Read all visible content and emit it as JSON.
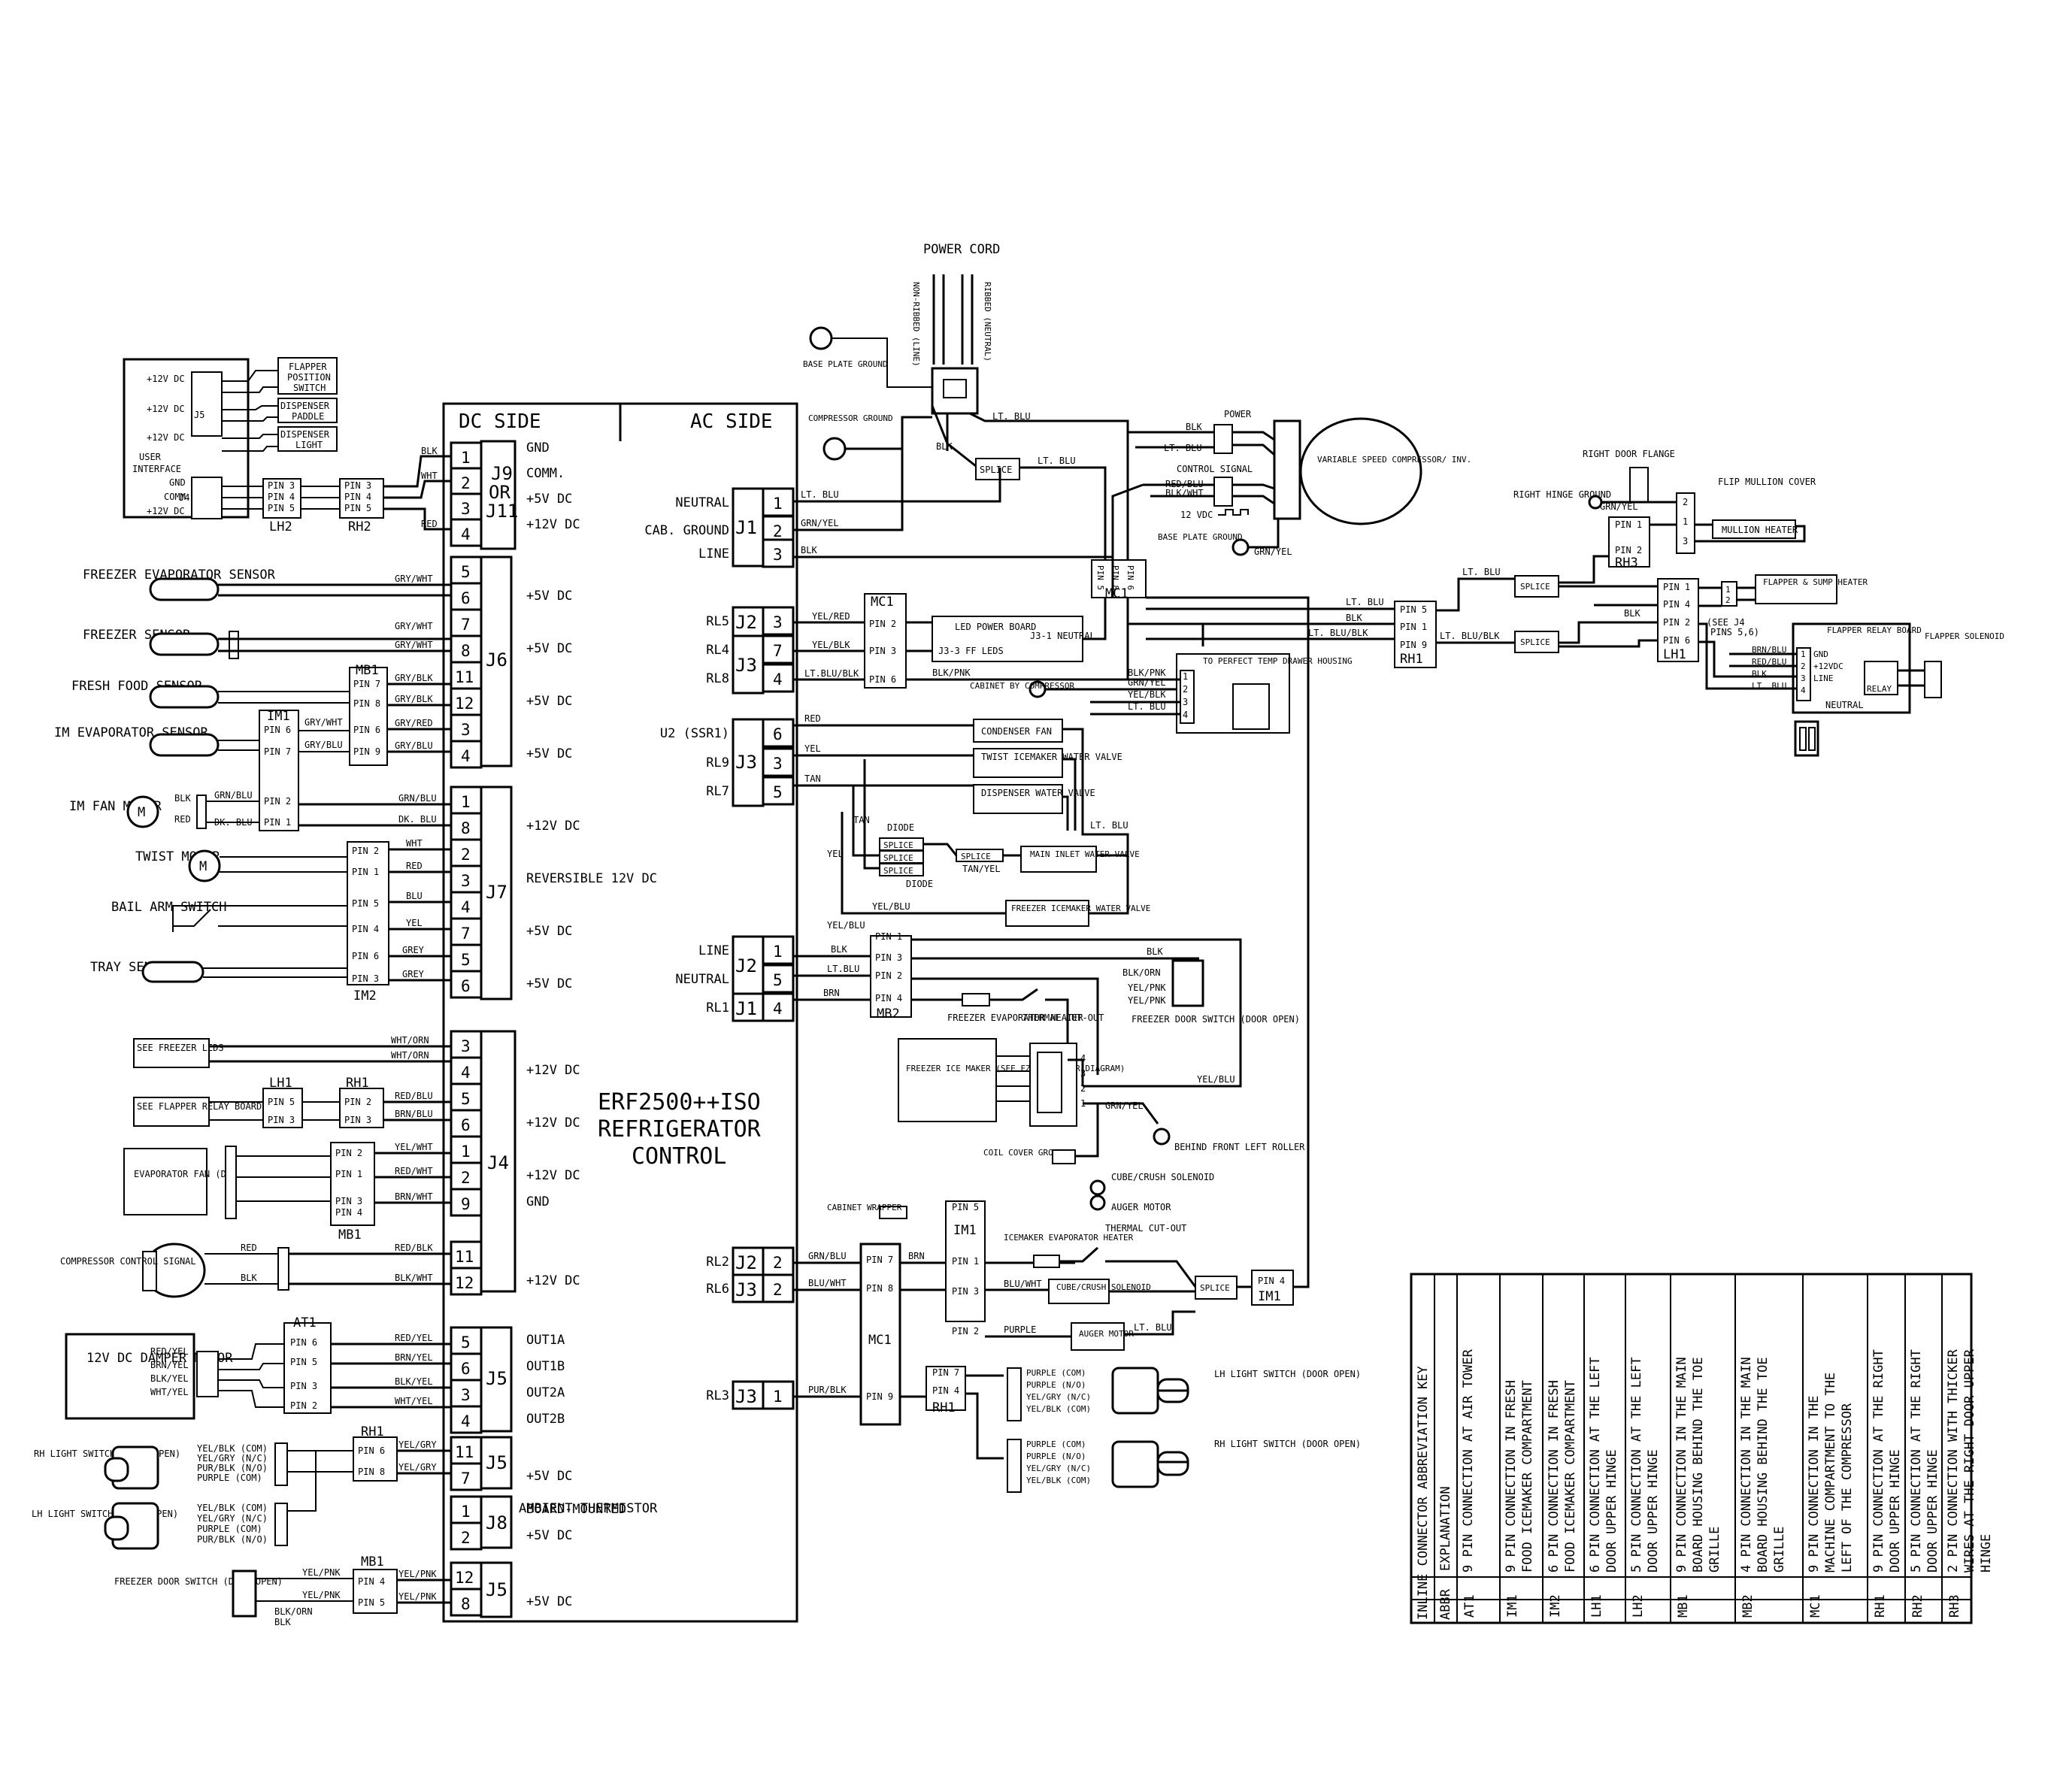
{
  "control": {
    "dc_side": "DC SIDE",
    "ac_side": "AC SIDE",
    "title": [
      "ERF2500++ISO",
      "REFRIGERATOR",
      "CONTROL"
    ]
  },
  "dc_pins": [
    {
      "pin": "1",
      "func": "GND"
    },
    {
      "pin": "2",
      "func": "COMM."
    },
    {
      "pin": "3",
      "func": "+5V DC"
    },
    {
      "pin": "4",
      "func": "+12V DC"
    },
    {
      "pin": "5",
      "func": ""
    },
    {
      "pin": "6",
      "func": "+5V DC"
    },
    {
      "pin": "7",
      "func": ""
    },
    {
      "pin": "8",
      "func": "+5V DC"
    },
    {
      "pin": "11",
      "func": ""
    },
    {
      "pin": "12",
      "func": "+5V DC"
    },
    {
      "pin": "3",
      "func": ""
    },
    {
      "pin": "4",
      "func": "+5V DC"
    },
    {
      "pin": "1",
      "func": ""
    },
    {
      "pin": "8",
      "func": "+12V DC"
    },
    {
      "pin": "2",
      "func": ""
    },
    {
      "pin": "3",
      "func": "REVERSIBLE 12V DC"
    },
    {
      "pin": "4",
      "func": ""
    },
    {
      "pin": "7",
      "func": "+5V DC"
    },
    {
      "pin": "5",
      "func": ""
    },
    {
      "pin": "6",
      "func": "+5V DC"
    },
    {
      "pin": "3",
      "func": ""
    },
    {
      "pin": "4",
      "func": "+12V DC"
    },
    {
      "pin": "5",
      "func": ""
    },
    {
      "pin": "6",
      "func": "+12V DC"
    },
    {
      "pin": "1",
      "func": ""
    },
    {
      "pin": "2",
      "func": "+12V DC"
    },
    {
      "pin": "9",
      "func": "GND"
    },
    {
      "pin": "11",
      "func": ""
    },
    {
      "pin": "12",
      "func": "+12V DC"
    },
    {
      "pin": "5",
      "func": "OUT1A"
    },
    {
      "pin": "6",
      "func": "OUT1B"
    },
    {
      "pin": "3",
      "func": "OUT2A"
    },
    {
      "pin": "4",
      "func": "OUT2B"
    },
    {
      "pin": "11",
      "func": ""
    },
    {
      "pin": "7",
      "func": "+5V DC"
    },
    {
      "pin": "1",
      "func": "BOARD-MOUNTED"
    },
    {
      "pin": "2",
      "func": "+5V DC"
    },
    {
      "pin": "12",
      "func": ""
    },
    {
      "pin": "8",
      "func": "+5V DC"
    }
  ],
  "dc_headers": [
    "J9",
    "OR",
    "J11",
    "J6",
    "J7",
    "J4",
    "J5",
    "J5",
    "J8",
    "J5"
  ],
  "thermistor_note": "AMBIENT THERMISTOR",
  "ac_pins": [
    {
      "name": "NEUTRAL",
      "pin": "1"
    },
    {
      "name": "CAB. GROUND",
      "pin": "2"
    },
    {
      "name": "LINE",
      "pin": "3"
    },
    {
      "name": "RL5",
      "pin": "3"
    },
    {
      "name": "RL4",
      "pin": "7"
    },
    {
      "name": "RL8",
      "pin": "4"
    },
    {
      "name": "U2 (SSR1)",
      "pin": "6"
    },
    {
      "name": "RL9",
      "pin": "3"
    },
    {
      "name": "RL7",
      "pin": "5"
    },
    {
      "name": "LINE",
      "pin": "1"
    },
    {
      "name": "NEUTRAL",
      "pin": "5"
    },
    {
      "name": "RL1",
      "pin": "4"
    },
    {
      "name": "RL2",
      "pin": "2"
    },
    {
      "name": "RL6",
      "pin": "2"
    },
    {
      "name": "RL3",
      "pin": "1"
    }
  ],
  "ac_headers": [
    "J1",
    "J2",
    "J3",
    "J3",
    "J2",
    "J1",
    "J2",
    "J3",
    "J3"
  ],
  "left_components": {
    "user_interface": "USER INTERFACE",
    "ui_rows": [
      "+12V DC",
      "+12V DC",
      "+12V DC",
      "GND",
      "COMM",
      "+12V DC"
    ],
    "ui_targets": [
      "FLAPPER POSITION SWITCH",
      "DISPENSER PADDLE",
      "DISPENSER LIGHT"
    ],
    "j5_ui": "J5",
    "j4_ui": "J4",
    "sensors": [
      "FREEZER EVAPORATOR SENSOR",
      "FREEZER SENSOR",
      "FRESH FOOD SENSOR",
      "IM EVAPORATOR SENSOR"
    ],
    "motors": [
      "IM FAN MOTOR",
      "TWIST MOTOR",
      "BAIL ARM SWITCH",
      "TRAY SENSOR"
    ],
    "see_freezer_leds": "SEE FREEZER LEDS",
    "see_flapper_relay": "SEE FLAPPER RELAY BOARD",
    "evap_fan": "EVAPORATOR FAN (DC)",
    "comp_signal": "COMPRESSOR CONTROL SIGNAL",
    "damper": "12V DC DAMPER MOTOR",
    "damper_wires": [
      "RED/YEL",
      "BRN/YEL",
      "BLK/YEL",
      "WHT/YEL"
    ],
    "rh_light": "RH LIGHT SWITCH (DOOR OPEN)",
    "lh_light": "LH LIGHT SWITCH (DOOR OPEN)",
    "light_wires": [
      "YEL/BLK (COM)",
      "YEL/GRY (N/C)",
      "PUR/BLK (N/O)",
      "PURPLE (COM)"
    ],
    "fz_door": "FREEZER DOOR SWITCH (DOOR OPEN)",
    "fz_door_wires": [
      "BLK/ORN",
      "BLK"
    ]
  },
  "connectors": {
    "lh2": "LH2",
    "rh2": "RH2",
    "mb1": "MB1",
    "im1": "IM1",
    "im2": "IM2",
    "lh1": "LH1",
    "rh1": "RH1",
    "at1": "AT1",
    "mb2": "MB2",
    "mc1": "MC1",
    "rh3": "RH3",
    "pins": [
      "PIN 1",
      "PIN 2",
      "PIN 3",
      "PIN 4",
      "PIN 5",
      "PIN 6",
      "PIN 7",
      "PIN 8",
      "PIN 9"
    ]
  },
  "wire_labels": [
    "BLK",
    "WHT",
    "RED",
    "GRY/WHT",
    "GRY/BLK",
    "GRY/RED",
    "GRY/BLU",
    "GRN/BLU",
    "DK. BLU",
    "YEL",
    "BLU",
    "GREY",
    "WHT/ORN",
    "RED/BLU",
    "BRN/BLU",
    "YEL/WHT",
    "RED/WHT",
    "BRN/WHT",
    "RED/BLK",
    "BLK/WHT",
    "RED/YEL",
    "BRN/YEL",
    "BLK/YEL",
    "WHT/YEL",
    "YEL/GRY",
    "YEL/PNK",
    "LT. BLU",
    "GRN/YEL",
    "YEL/RED",
    "YEL/BLK",
    "LT.BLU/BLK",
    "BLK/PNK",
    "TAN",
    "YEL/BLU",
    "BRN",
    "BLU/WHT",
    "PUR/BLK",
    "PURPLE",
    "BLK/ORN",
    "LT. BLU/BLK"
  ],
  "right_components": {
    "power_cord": "POWER CORD",
    "non_ribbed": "NON-RIBBED (LINE)",
    "ribbed": "RIBBED (NEUTRAL)",
    "base_plate": "BASE PLATE GROUND",
    "compressor_ground": "COMPRESSOR GROUND",
    "splice": "SPLICE",
    "power": "POWER",
    "control_signal": "CONTROL SIGNAL",
    "vdc12": "12 VDC",
    "compressor": "VARIABLE SPEED COMPRESSOR/ INV.",
    "base_plate2": "BASE PLATE GROUND",
    "led_board": "LED POWER BOARD",
    "ff_leds": "J3-3 FF LEDS",
    "j31": "J3-1 NEUTRAL",
    "cabinet_by_comp": "CABINET BY COMPRESSOR",
    "perfect_temp": "TO PERFECT TEMP DRAWER HOUSING",
    "condenser_fan": "CONDENSER FAN",
    "twist_valve": "TWIST ICEMAKER WATER VALVE",
    "dispenser_valve": "DISPENSER WATER VALVE",
    "diode": "DIODE",
    "main_inlet": "MAIN INLET WATER VALVE",
    "fz_icemaker_valve": "FREEZER ICEMAKER WATER VALVE",
    "fz_evap_heater": "FREEZER EVAPORATOR HEATER",
    "thermal_cutout": "THERMAL CUT-OUT",
    "fz_door_switch": "FREEZER DOOR SWITCH (DOOR OPEN)",
    "fz_ice_maker": "FREEZER ICE MAKER (SEE FZ ICE MAKER DIAGRAM)",
    "coil_cover": "COIL COVER GROUND",
    "behind_roller": "BEHIND FRONT LEFT ROLLER",
    "cube_crush": "CUBE/CRUSH SOLENOID",
    "auger_motor": "AUGER MOTOR",
    "cabinet_wrapper": "CABINET WRAPPER",
    "im_evap_heater": "ICEMAKER EVAPORATOR HEATER",
    "cube_crush_box": "CUBE/CRUSH SOLENOID",
    "auger_box": "AUGER MOTOR",
    "lh_light_sw": "LH LIGHT SWITCH (DOOR OPEN)",
    "rh_light_sw": "RH LIGHT SWITCH (DOOR OPEN)",
    "purple_wires": [
      "PURPLE (COM)",
      "PURPLE (N/O)",
      "YEL/GRY (N/C)",
      "YEL/BLK (COM)"
    ],
    "right_door_flange": "RIGHT DOOR FLANGE",
    "right_hinge_ground": "RIGHT HINGE GROUND",
    "flip_mullion": "FLIP MULLION COVER",
    "mullion_heater": "MULLION HEATER",
    "flapper_sump": "FLAPPER & SUMP HEATER",
    "see_j4": "(SEE J4 PINS 5,6)",
    "flapper_relay": "FLAPPER RELAY BOARD",
    "relay_rows": [
      "GND",
      "+12VDC",
      "LINE",
      "RELAY"
    ],
    "neutral": "NEUTRAL",
    "flapper_solenoid": "FLAPPER SOLENOID"
  },
  "key_table": {
    "title": "INLINE CONNECTOR ABBREVIATION KEY",
    "col_abbr": "ABBR",
    "col_expl": "EXPLANATION",
    "rows": [
      {
        "abbr": "AT1",
        "lines": [
          "9 PIN CONNECTION AT AIR TOWER"
        ]
      },
      {
        "abbr": "IM1",
        "lines": [
          "9 PIN CONNECTION IN FRESH",
          "FOOD ICEMAKER COMPARTMENT"
        ]
      },
      {
        "abbr": "IM2",
        "lines": [
          "6 PIN CONNECTION IN FRESH",
          "FOOD ICEMAKER COMPARTMENT"
        ]
      },
      {
        "abbr": "LH1",
        "lines": [
          "6 PIN CONNECTION AT THE LEFT",
          "DOOR UPPER HINGE"
        ]
      },
      {
        "abbr": "LH2",
        "lines": [
          "5 PIN CONNECTION AT THE LEFT",
          "DOOR UPPER HINGE"
        ]
      },
      {
        "abbr": "MB1",
        "lines": [
          "9 PIN CONNECTION IN THE MAIN",
          "BOARD HOUSING BEHIND THE TOE",
          "GRILLE"
        ]
      },
      {
        "abbr": "MB2",
        "lines": [
          "4 PIN CONNECTION IN THE MAIN",
          "BOARD HOUSING BEHIND THE TOE",
          "GRILLE"
        ]
      },
      {
        "abbr": "MC1",
        "lines": [
          "9 PIN CONNECTION IN THE",
          "MACHINE COMPARTMENT TO THE",
          "LEFT OF THE COMPRESSOR"
        ]
      },
      {
        "abbr": "RH1",
        "lines": [
          "9 PIN CONNECTION AT THE RIGHT",
          "DOOR UPPER HINGE"
        ]
      },
      {
        "abbr": "RH2",
        "lines": [
          "5 PIN CONNECTION AT THE RIGHT",
          "DOOR UPPER HINGE"
        ]
      },
      {
        "abbr": "RH3",
        "lines": [
          "2 PIN CONNECTION WITH THICKER",
          "WIRES AT THE RIGHT DOOR UPPER",
          "HINGE"
        ]
      }
    ]
  }
}
